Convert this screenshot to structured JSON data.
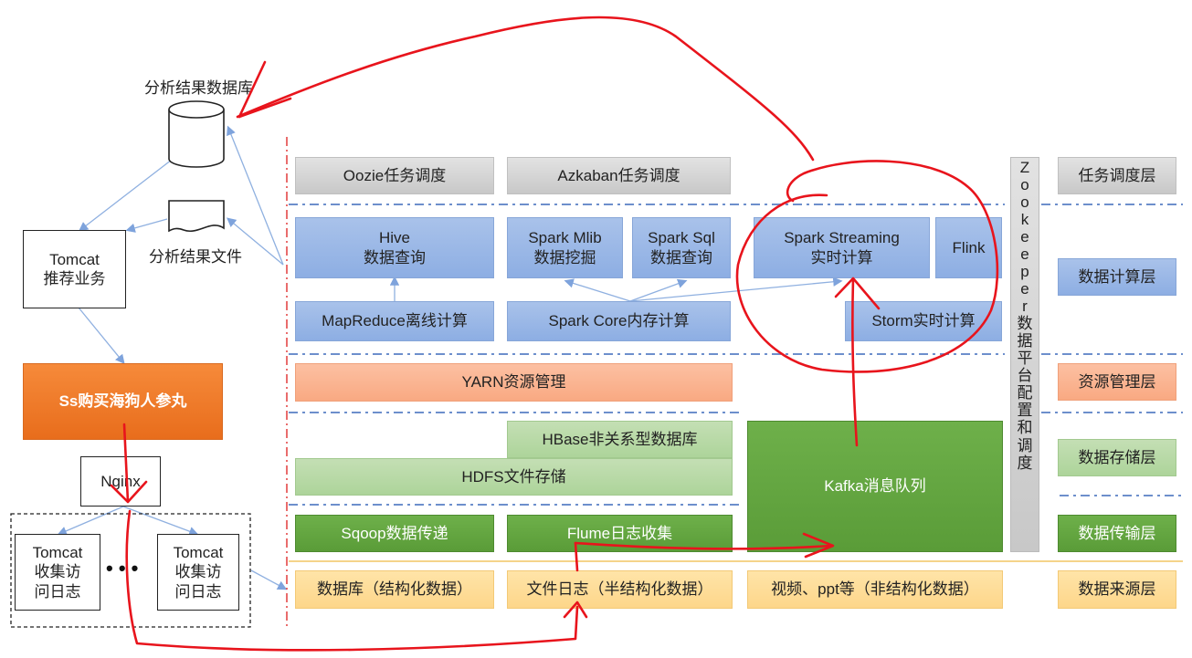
{
  "left": {
    "db_label": "分析结果数据库",
    "file_label": "分析结果文件",
    "tomcat_rec": "Tomcat\n推荐业务",
    "ss_box": "Ss购买海狗人参丸",
    "nginx": "Nginx",
    "tomcat_log_1": "Tomcat\n收集访\n问日志",
    "tomcat_log_2": "Tomcat\n收集访\n问日志",
    "ellipsis": "• • •"
  },
  "layers": {
    "oozie": "Oozie任务调度",
    "azkaban": "Azkaban任务调度",
    "hive": "Hive\n数据查询",
    "spark_mlib": "Spark Mlib\n数据挖掘",
    "spark_sql": "Spark Sql\n数据查询",
    "spark_streaming": "Spark Streaming\n实时计算",
    "flink": "Flink",
    "mapreduce": "MapReduce离线计算",
    "spark_core": "Spark Core内存计算",
    "storm": "Storm实时计算",
    "yarn": "YARN资源管理",
    "hbase": "HBase非关系型数据库",
    "hdfs": "HDFS文件存储",
    "kafka": "Kafka消息队列",
    "sqoop": "Sqoop数据传递",
    "flume": "Flume日志收集",
    "src_db": "数据库（结构化数据）",
    "src_log": "文件日志（半结构化数据）",
    "src_video": "视频、ppt等（非结构化数据）"
  },
  "zookeeper": {
    "letters": [
      "Z",
      "o",
      "o",
      "k",
      "e",
      "e",
      "p",
      "e",
      "r"
    ],
    "chars": [
      "数",
      "据",
      "平",
      "台",
      "配",
      "置",
      "和",
      "调",
      "度"
    ]
  },
  "right_labels": {
    "schedule": "任务调度层",
    "compute": "数据计算层",
    "resource": "资源管理层",
    "storage": "数据存储层",
    "transfer": "数据传输层",
    "source": "数据来源层"
  },
  "colors": {
    "annotation": "#e8141c",
    "connector": "#8fb0e0",
    "dash_divider": "#6d8fcc"
  }
}
